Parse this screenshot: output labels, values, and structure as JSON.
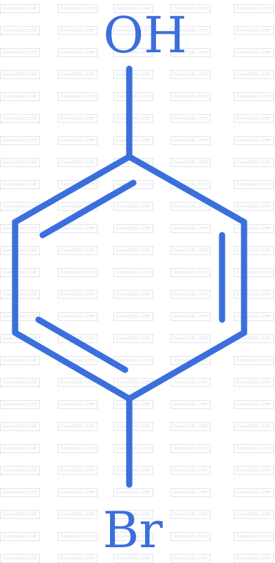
{
  "watermark": {
    "text": "ExamGOAL.COM"
  },
  "molecule": {
    "top_substituent": "OH",
    "bottom_substituent": "Br",
    "ring": "benzene",
    "bond_color": "#3a6fdc"
  }
}
